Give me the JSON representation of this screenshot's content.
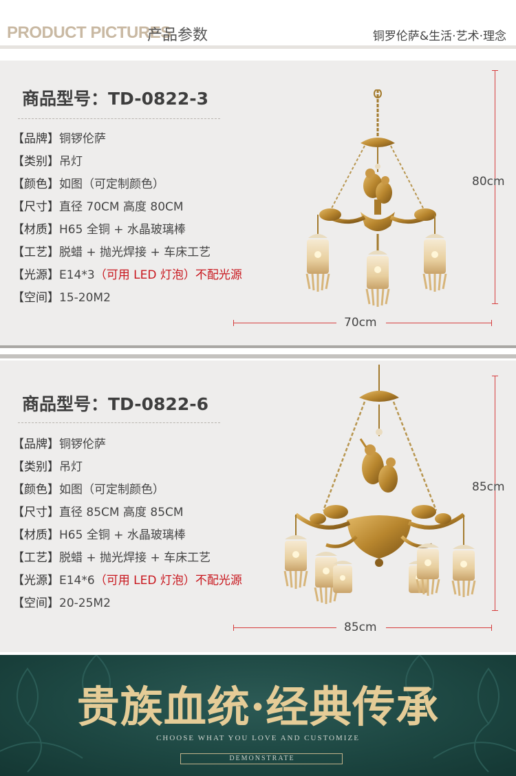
{
  "header": {
    "title_en": "PRODUCT PICTURES",
    "title_zh": "产品参数",
    "slogan": "铜罗伦萨&生活·艺术·理念"
  },
  "products": [
    {
      "model": "商品型号：TD-0822-3",
      "specs": [
        {
          "key": "【品牌】",
          "value": "铜锣伦萨"
        },
        {
          "key": "【类别】",
          "value": "吊灯"
        },
        {
          "key": "【颜色】",
          "value": "如图（可定制颜色）"
        },
        {
          "key": "【尺寸】",
          "value": "直径 70CM 高度 80CM"
        },
        {
          "key": "【材质】",
          "value": "H65 全铜 + 水晶玻璃棒"
        },
        {
          "key": "【工艺】",
          "value": "脱蜡 + 抛光焊接 + 车床工艺"
        },
        {
          "key": "【光源】",
          "value": "E14*3",
          "highlight": "（可用 LED 灯泡）不配光源"
        },
        {
          "key": "【空间】",
          "value": "15-20M2"
        }
      ],
      "height_label": "80cm",
      "width_label": "70cm"
    },
    {
      "model": "商品型号：TD-0822-6",
      "specs": [
        {
          "key": "【品牌】",
          "value": "铜锣伦萨"
        },
        {
          "key": "【类别】",
          "value": "吊灯"
        },
        {
          "key": "【颜色】",
          "value": "如图（可定制颜色）"
        },
        {
          "key": "【尺寸】",
          "value": "直径 85CM 高度 85CM"
        },
        {
          "key": "【材质】",
          "value": "H65 全铜 + 水晶玻璃棒"
        },
        {
          "key": "【工艺】",
          "value": "脱蜡 + 抛光焊接 + 车床工艺"
        },
        {
          "key": "【光源】",
          "value": "E14*6",
          "highlight": "（可用 LED 灯泡）不配光源"
        },
        {
          "key": "【空间】",
          "value": "20-25M2"
        }
      ],
      "height_label": "85cm",
      "width_label": "85cm"
    }
  ],
  "banner": {
    "headline": "贵族血统·经典传承",
    "tagline": "CHOOSE WHAT YOU LOVE AND CUSTOMIZE",
    "button": "DEMONSTRATE"
  },
  "colors": {
    "accent_red": "#c8161d",
    "dimension_line": "#d63b3b",
    "banner_bg": "#1d4742",
    "banner_gold": "#e5cc97",
    "brass": "#b8862e"
  },
  "icons": {
    "lamp1": "chandelier-3-arm-image",
    "lamp2": "chandelier-6-arm-image"
  }
}
